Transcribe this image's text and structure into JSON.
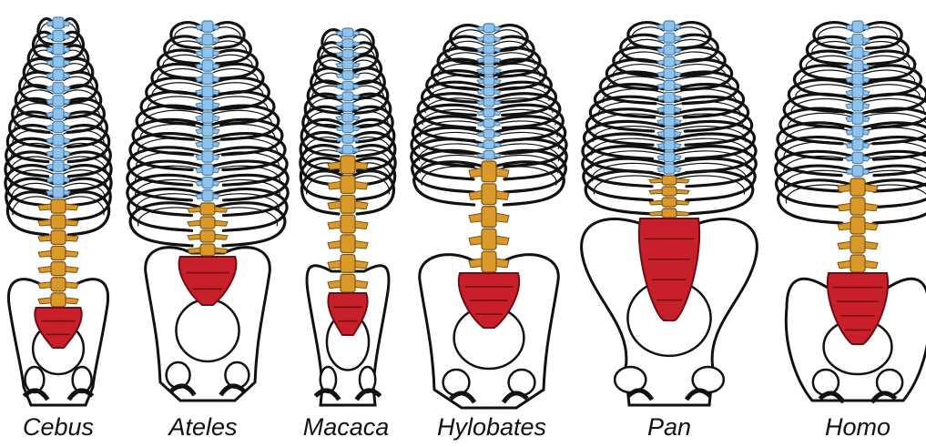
{
  "colors": {
    "thoracic": "#8fc3ec",
    "thoracic_edge": "#4a7fae",
    "lumbar": "#d99a2b",
    "lumbar_edge": "#7a4f10",
    "sacral": "#c8202a",
    "sacral_edge": "#6f0d12",
    "bone_outline": "#111111",
    "bone_fill": "#ffffff",
    "label": "#111111"
  },
  "specimens": [
    {
      "genus": "Cebus",
      "thoracic": 14,
      "lumbar": 7,
      "sacral": 3
    },
    {
      "genus": "Ateles",
      "thoracic": 14,
      "lumbar": 4,
      "sacral": 3
    },
    {
      "genus": "Macaca",
      "thoracic": 12,
      "lumbar": 7,
      "sacral": 3
    },
    {
      "genus": "Hylobates",
      "thoracic": 13,
      "lumbar": 5,
      "sacral": 4
    },
    {
      "genus": "Pan",
      "thoracic": 13,
      "lumbar": 4,
      "sacral": 5
    },
    {
      "genus": "Homo",
      "thoracic": 12,
      "lumbar": 5,
      "sacral": 5
    }
  ]
}
